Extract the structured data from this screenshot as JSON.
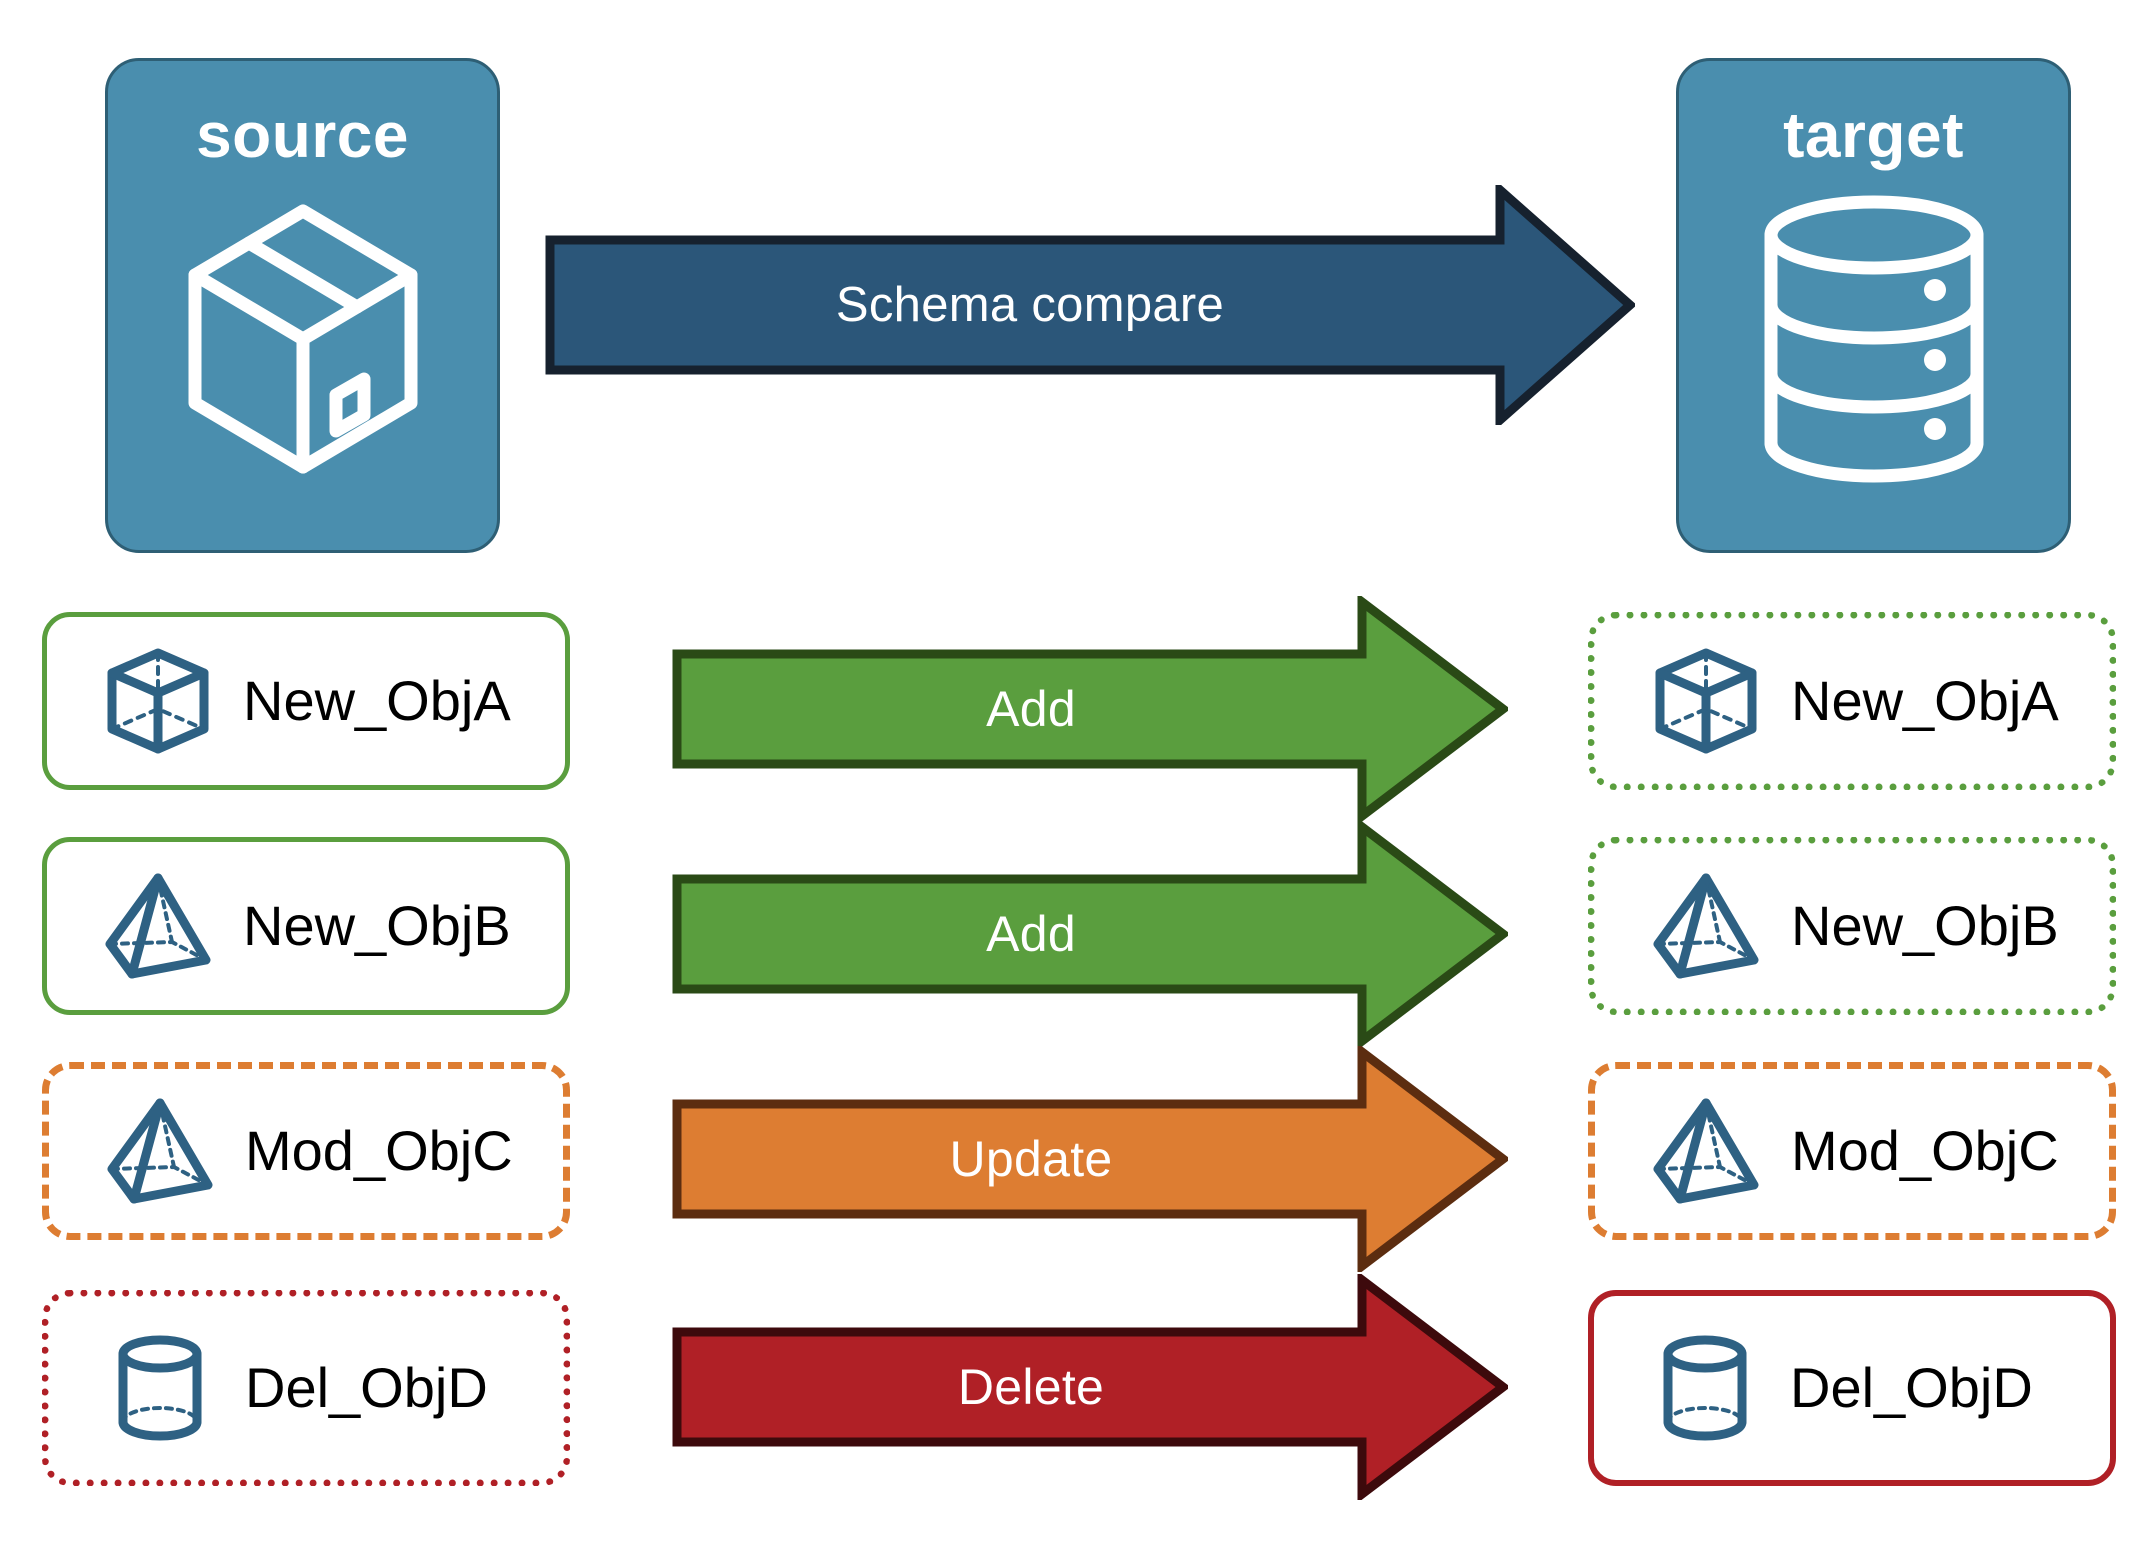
{
  "diagram": {
    "title_source": "source",
    "title_target": "target",
    "compare_arrow": {
      "label": "Schema compare",
      "fill": "#2B5679",
      "stroke": "#16212E",
      "icon": "right-arrow-icon"
    },
    "panel_fill": "#4A8EAE",
    "panel_stroke": "#2E5F75"
  },
  "endpoints": [
    {
      "id": "source",
      "label": "source",
      "icon": "package-box-icon"
    },
    {
      "id": "target",
      "label": "target",
      "icon": "database-cylinder-icon"
    }
  ],
  "colors": {
    "add": "#5A9E3E",
    "add_dark": "#2A4A16",
    "update": "#DD7D32",
    "update_dark": "#5C2D10",
    "delete": "#B02026",
    "delete_dark": "#3D0A0C",
    "object_icon": "#2E6183",
    "text": "#000000",
    "white": "#ffffff"
  },
  "rows": [
    {
      "source": {
        "label": "New_ObjA",
        "icon": "wireframe-cube-icon",
        "border": "solid-green"
      },
      "action": {
        "label": "Add",
        "color": "#5A9E3E",
        "stroke": "#2A4A16"
      },
      "target": {
        "label": "New_ObjA",
        "icon": "wireframe-cube-icon",
        "border": "dotted-green"
      }
    },
    {
      "source": {
        "label": "New_ObjB",
        "icon": "wireframe-pyramid-icon",
        "border": "solid-green"
      },
      "action": {
        "label": "Add",
        "color": "#5A9E3E",
        "stroke": "#2A4A16"
      },
      "target": {
        "label": "New_ObjB",
        "icon": "wireframe-pyramid-icon",
        "border": "dotted-green"
      }
    },
    {
      "source": {
        "label": "Mod_ObjC",
        "icon": "wireframe-pyramid-icon",
        "border": "dashed-orange"
      },
      "action": {
        "label": "Update",
        "color": "#DD7D32",
        "stroke": "#5C2D10"
      },
      "target": {
        "label": "Mod_ObjC",
        "icon": "wireframe-pyramid-icon",
        "border": "dashed-orange"
      }
    },
    {
      "source": {
        "label": "Del_ObjD",
        "icon": "wireframe-cylinder-icon",
        "border": "dotted-red"
      },
      "action": {
        "label": "Delete",
        "color": "#B02026",
        "stroke": "#3D0A0C"
      },
      "target": {
        "label": "Del_ObjD",
        "icon": "wireframe-cylinder-icon",
        "border": "solid-red"
      }
    }
  ]
}
